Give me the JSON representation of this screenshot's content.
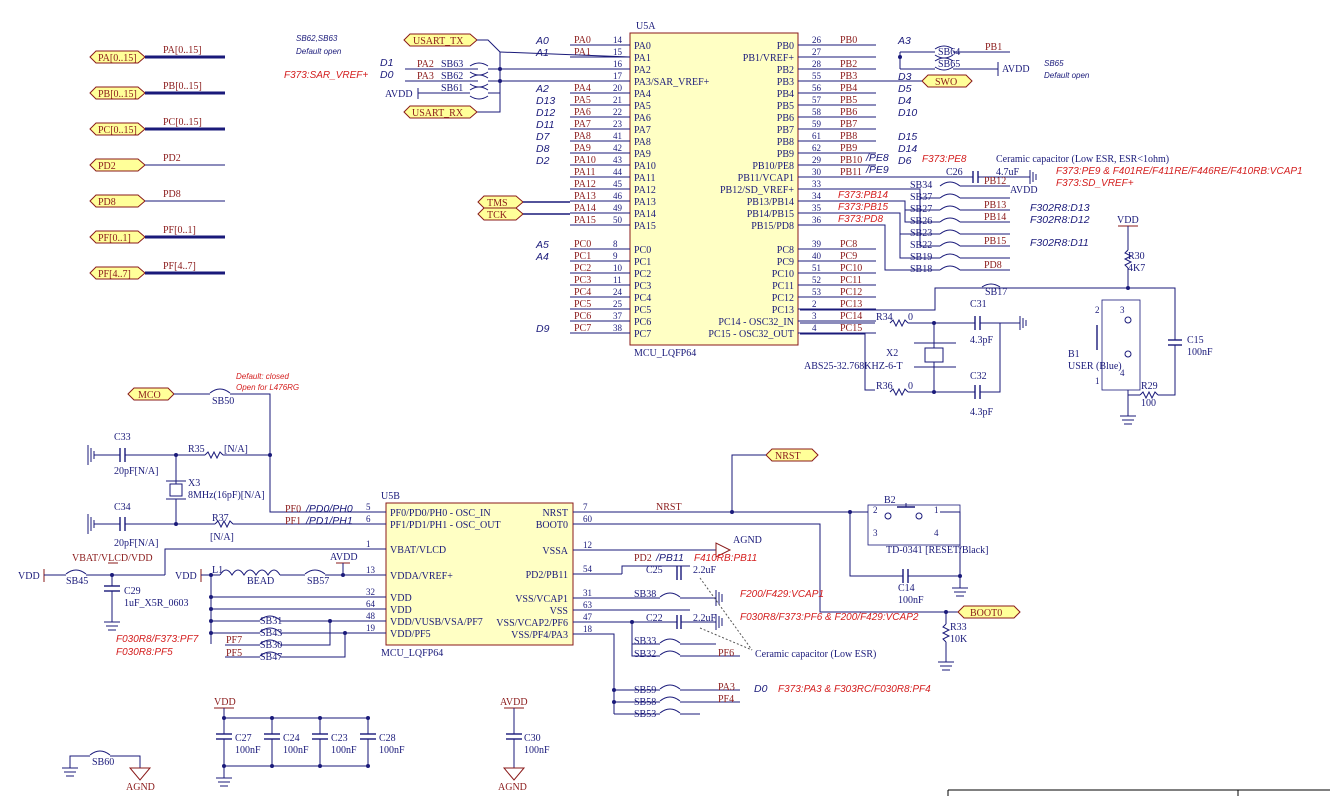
{
  "ports_left": [
    "PA[0..15]",
    "PB[0..15]",
    "PC[0..15]",
    "PD2",
    "PD8",
    "PF[0..1]",
    "PF[4..7]"
  ],
  "nets_left": [
    "PA[0..15]",
    "PB[0..15]",
    "PC[0..15]",
    "PD2",
    "PD8",
    "PF[0..1]",
    "PF[4..7]"
  ],
  "u5a": {
    "ref": "U5A",
    "part": "MCU_LQFP64",
    "left_pins": [
      {
        "num": "14",
        "name": "PA0",
        "net": "PA0",
        "ard": "A0"
      },
      {
        "num": "15",
        "name": "PA1",
        "net": "PA1",
        "ard": "A1"
      },
      {
        "num": "16",
        "name": "PA2",
        "net": "",
        "ard": ""
      },
      {
        "num": "17",
        "name": "PA3/SAR_VREF+",
        "net": "",
        "ard": ""
      },
      {
        "num": "20",
        "name": "PA4",
        "net": "PA4",
        "ard": "A2"
      },
      {
        "num": "21",
        "name": "PA5",
        "net": "PA5",
        "ard": "D13"
      },
      {
        "num": "22",
        "name": "PA6",
        "net": "PA6",
        "ard": "D12"
      },
      {
        "num": "23",
        "name": "PA7",
        "net": "PA7",
        "ard": "D11"
      },
      {
        "num": "41",
        "name": "PA8",
        "net": "PA8",
        "ard": "D7"
      },
      {
        "num": "42",
        "name": "PA9",
        "net": "PA9",
        "ard": "D8"
      },
      {
        "num": "43",
        "name": "PA10",
        "net": "PA10",
        "ard": "D2"
      },
      {
        "num": "44",
        "name": "PA11",
        "net": "PA11",
        "ard": ""
      },
      {
        "num": "45",
        "name": "PA12",
        "net": "PA12",
        "ard": ""
      },
      {
        "num": "46",
        "name": "PA13",
        "net": "PA13",
        "ard": ""
      },
      {
        "num": "49",
        "name": "PA14",
        "net": "PA14",
        "ard": ""
      },
      {
        "num": "50",
        "name": "PA15",
        "net": "PA15",
        "ard": ""
      },
      {
        "num": "8",
        "name": "PC0",
        "net": "PC0",
        "ard": "A5"
      },
      {
        "num": "9",
        "name": "PC1",
        "net": "PC1",
        "ard": "A4"
      },
      {
        "num": "10",
        "name": "PC2",
        "net": "PC2",
        "ard": ""
      },
      {
        "num": "11",
        "name": "PC3",
        "net": "PC3",
        "ard": ""
      },
      {
        "num": "24",
        "name": "PC4",
        "net": "PC4",
        "ard": ""
      },
      {
        "num": "25",
        "name": "PC5",
        "net": "PC5",
        "ard": ""
      },
      {
        "num": "37",
        "name": "PC6",
        "net": "PC6",
        "ard": ""
      },
      {
        "num": "38",
        "name": "PC7",
        "net": "PC7",
        "ard": "D9"
      }
    ],
    "right_pins": [
      {
        "num": "26",
        "name": "PB0",
        "net": "PB0",
        "ard": "A3"
      },
      {
        "num": "27",
        "name": "PB1/VREF+",
        "net": "",
        "ard": ""
      },
      {
        "num": "28",
        "name": "PB2",
        "net": "PB2",
        "ard": ""
      },
      {
        "num": "55",
        "name": "PB3",
        "net": "PB3",
        "ard": "D3"
      },
      {
        "num": "56",
        "name": "PB4",
        "net": "PB4",
        "ard": "D5"
      },
      {
        "num": "57",
        "name": "PB5",
        "net": "PB5",
        "ard": "D4"
      },
      {
        "num": "58",
        "name": "PB6",
        "net": "PB6",
        "ard": "D10"
      },
      {
        "num": "59",
        "name": "PB7",
        "net": "PB7",
        "ard": ""
      },
      {
        "num": "61",
        "name": "PB8",
        "net": "PB8",
        "ard": "D15"
      },
      {
        "num": "62",
        "name": "PB9",
        "net": "PB9",
        "ard": "D14"
      },
      {
        "num": "29",
        "name": "PB10/PE8",
        "net": "PB10",
        "ard": "D6"
      },
      {
        "num": "30",
        "name": "PB11/VCAP1",
        "net": "PB11",
        "ard": ""
      },
      {
        "num": "33",
        "name": "PB12/SD_VREF+",
        "net": "",
        "ard": ""
      },
      {
        "num": "34",
        "name": "PB13/PB14",
        "net": "",
        "ard": ""
      },
      {
        "num": "35",
        "name": "PB14/PB15",
        "net": "",
        "ard": ""
      },
      {
        "num": "36",
        "name": "PB15/PD8",
        "net": "",
        "ard": ""
      },
      {
        "num": "39",
        "name": "PC8",
        "net": "PC8",
        "ard": ""
      },
      {
        "num": "40",
        "name": "PC9",
        "net": "PC9",
        "ard": ""
      },
      {
        "num": "51",
        "name": "PC10",
        "net": "PC10",
        "ard": ""
      },
      {
        "num": "52",
        "name": "PC11",
        "net": "PC11",
        "ard": ""
      },
      {
        "num": "53",
        "name": "PC12",
        "net": "PC12",
        "ard": ""
      },
      {
        "num": "2",
        "name": "PC13",
        "net": "PC13",
        "ard": ""
      },
      {
        "num": "3",
        "name": "PC14 - OSC32_IN",
        "net": "PC14",
        "ard": ""
      },
      {
        "num": "4",
        "name": "PC15 - OSC32_OUT",
        "net": "PC15",
        "ard": ""
      }
    ]
  },
  "u5b": {
    "ref": "U5B",
    "part": "MCU_LQFP64",
    "left_pins": [
      {
        "num": "5",
        "name": "PF0/PD0/PH0 - OSC_IN"
      },
      {
        "num": "6",
        "name": "PF1/PD1/PH1 - OSC_OUT"
      },
      {
        "num": "1",
        "name": "VBAT/VLCD"
      },
      {
        "num": "13",
        "name": "VDDA/VREF+"
      },
      {
        "num": "32",
        "name": "VDD"
      },
      {
        "num": "64",
        "name": "VDD"
      },
      {
        "num": "48",
        "name": "VDD/VUSB/VSA/PF7"
      },
      {
        "num": "19",
        "name": "VDD/PF5"
      }
    ],
    "right_pins": [
      {
        "num": "7",
        "name": "NRST"
      },
      {
        "num": "60",
        "name": "BOOT0"
      },
      {
        "num": "12",
        "name": "VSSA"
      },
      {
        "num": "54",
        "name": "PD2/PB11"
      },
      {
        "num": "31",
        "name": "VSS/VCAP1"
      },
      {
        "num": "63",
        "name": "VSS"
      },
      {
        "num": "47",
        "name": "VSS/VCAP2/PF6"
      },
      {
        "num": "18",
        "name": "VSS/PF4/PA3"
      }
    ]
  },
  "texts": {
    "usart_tx": "USART_TX",
    "usart_rx": "USART_RX",
    "tms": "TMS",
    "tck": "TCK",
    "swo": "SWO",
    "mco": "MCO",
    "nrst": "NRST",
    "boot0": "BOOT0",
    "sb62_63": "SB62,SB63",
    "default_open": "Default open",
    "d1": "D1",
    "d0": "D0",
    "sar_vref": "F373:SAR_VREF+",
    "pa2": "PA2",
    "pa3": "PA3",
    "sb63": "SB63",
    "sb62": "SB62",
    "sb61": "SB61",
    "avdd": "AVDD",
    "vdd": "VDD",
    "agnd": "AGND",
    "sb64": "SB64",
    "sb65": "SB65",
    "pb1": "PB1",
    "sb65_note": "SB65",
    "pe8_it": "/PE8",
    "pe9_it": "/PE9",
    "f373pe8": "F373:PE8",
    "ceramic": "Ceramic capacitor (Low ESR, ESR<1ohm)",
    "c26": "C26",
    "c26v": "4.7uF",
    "f373pe9": "F373:PE9 & F401RE/F411RE/F446RE/F410RB:VCAP1",
    "f373sd": "F373:SD_VREF+",
    "f373pb14": "F373:PB14",
    "f373pb15": "F373:PB15",
    "f373pd8": "F373:PD8",
    "sb34": "SB34",
    "sb37": "SB37",
    "sb27": "SB27",
    "sb26": "SB26",
    "sb23": "SB23",
    "sb22": "SB22",
    "sb19": "SB19",
    "sb18": "SB18",
    "sb17": "SB17",
    "pb12": "PB12",
    "pb13": "PB13",
    "pb14": "PB14",
    "pb15": "PB15",
    "pd8": "PD8",
    "f302d13": "F302R8:D13",
    "f302d12": "F302R8:D12",
    "f302d11": "F302R8:D11",
    "r30": "R30",
    "r30v": "4K7",
    "c15": "C15",
    "c15v": "100nF",
    "b1": "B1",
    "user": "USER (Blue)",
    "r29": "R29",
    "r29v": "100",
    "c31": "C31",
    "c31v": "4.3pF",
    "c32": "C32",
    "c32v": "4.3pF",
    "r34": "R34",
    "r34v": "0",
    "r36": "R36",
    "r36v": "0",
    "x2": "X2",
    "x2v": "ABS25-32.768KHZ-6-T",
    "default_closed": "Default: closed",
    "open476": "Open for L476RG",
    "sb50": "SB50",
    "c33": "C33",
    "c33v": "20pF[N/A]",
    "r35": "R35",
    "r35v": "[N/A]",
    "x3": "X3",
    "x3v": "8MHz(16pF)[N/A]",
    "c34": "C34",
    "c34v": "20pF[N/A]",
    "r37": "R37",
    "r37v": "[N/A]",
    "pf0": "PF0",
    "pf0it": "/PD0/PH0",
    "pf1": "PF1",
    "pf1it": "/PD1/PH1",
    "vbat": "VBAT/VLCD/VDD",
    "sb45": "SB45",
    "c29": "C29",
    "c29v": "1uF_X5R_0603",
    "l1": "L1",
    "bead": "BEAD",
    "sb57": "SB57",
    "sb31": "SB31",
    "sb43": "SB43",
    "sb30": "SB30",
    "sb47": "SB47",
    "pf7": "PF7",
    "pf5": "PF5",
    "f030pf7": "F030R8/F373:PF7",
    "f030pf5": "F030R8:PF5",
    "b2": "B2",
    "td": "TD-0341 [RESET/Black]",
    "c14": "C14",
    "c14v": "100nF",
    "r33": "R33",
    "r33v": "10K",
    "pd2": "PD2",
    "pb11it": "/PB11",
    "f410": "F410RB:PB11",
    "c25": "C25",
    "c25v": "2.2uF",
    "c22": "C22",
    "c22v": "2.2uF",
    "sb38": "SB38",
    "sb33": "SB33",
    "sb32": "SB32",
    "pf6": "PF6",
    "f200": "F200/F429:VCAP1",
    "f030pf6": "F030R8/F373:PF6 & F200/F429:VCAP2",
    "ceramic2": "Ceramic capacitor (Low ESR)",
    "sb59": "SB59",
    "sb58": "SB58",
    "sb53": "SB53",
    "pa3b": "PA3",
    "pf4": "PF4",
    "d0b": "D0",
    "f373pa3": "F373:PA3 & F303RC/F030R8:PF4",
    "c27": "C27",
    "c24": "C24",
    "c23": "C23",
    "c28": "C28",
    "cval": "100nF",
    "c30": "C30",
    "sb60": "SB60"
  }
}
